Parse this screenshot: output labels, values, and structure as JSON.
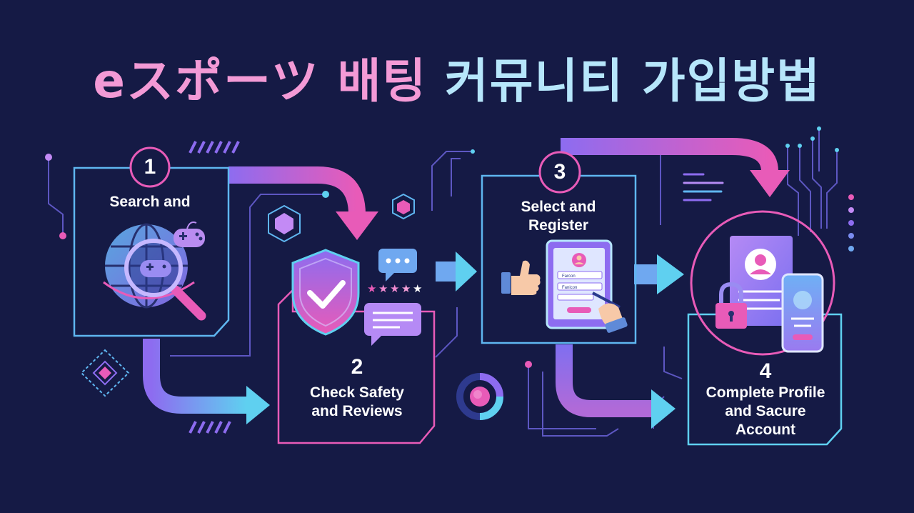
{
  "title": {
    "part1": "eスポーツ 배팅",
    "part2": "커뮤니티 가입방법"
  },
  "steps": [
    {
      "number": "1",
      "label": "Search and"
    },
    {
      "number": "2",
      "label_line1": "Check Safety",
      "label_line2": "and Reviews"
    },
    {
      "number": "3",
      "label_line1": "Select and",
      "label_line2": "Register"
    },
    {
      "number": "4",
      "label_line1": "Complete Profile",
      "label_line2": "and Sacure",
      "label_line3": "Account"
    }
  ],
  "form_fields": {
    "field1": "Farcon",
    "field2": "Fanicon"
  },
  "icons": [
    "globe-icon",
    "magnifier-icon",
    "gamepad-icon",
    "shield-check-icon",
    "chat-bubble-icon",
    "star-icon",
    "hexagon-icon",
    "thumbs-up-icon",
    "tablet-form-icon",
    "pen-hand-icon",
    "avatar-icon",
    "padlock-icon",
    "smartphone-icon",
    "donut-icon"
  ],
  "colors": {
    "background": "#151a45",
    "pink": "#e85bb8",
    "cyan": "#5fd0f0",
    "violet": "#8d6cf0",
    "title_pink": "#f39ad6",
    "title_cyan": "#b6e6fb"
  },
  "rating_stars": 5
}
